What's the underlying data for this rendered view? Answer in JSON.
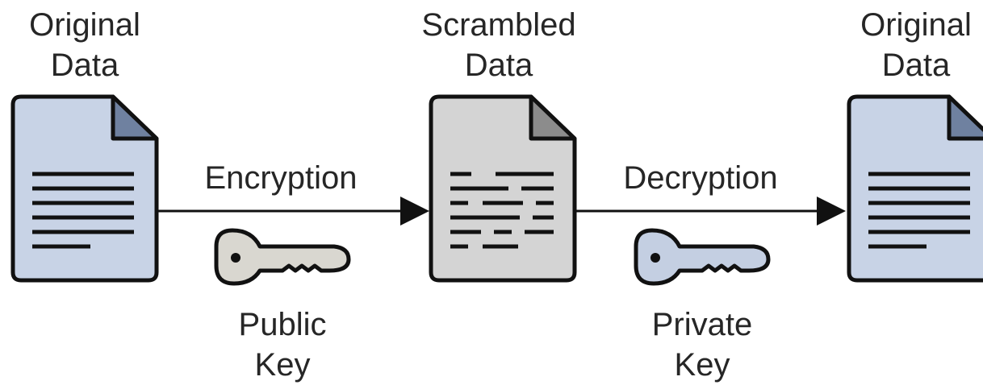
{
  "nodes": {
    "original_left": {
      "line1": "Original",
      "line2": "Data"
    },
    "scrambled": {
      "line1": "Scrambled",
      "line2": "Data"
    },
    "original_right": {
      "line1": "Original",
      "line2": "Data"
    }
  },
  "edges": {
    "encryption": "Encryption",
    "decryption": "Decryption"
  },
  "keys": {
    "public": {
      "line1": "Public",
      "line2": "Key"
    },
    "private": {
      "line1": "Private",
      "line2": "Key"
    }
  },
  "colors": {
    "original_doc": "#c8d3e6",
    "scrambled_doc": "#d4d4d4",
    "public_key": "#d9d7d0",
    "private_key": "#c4cfe2",
    "outline": "#111111"
  }
}
